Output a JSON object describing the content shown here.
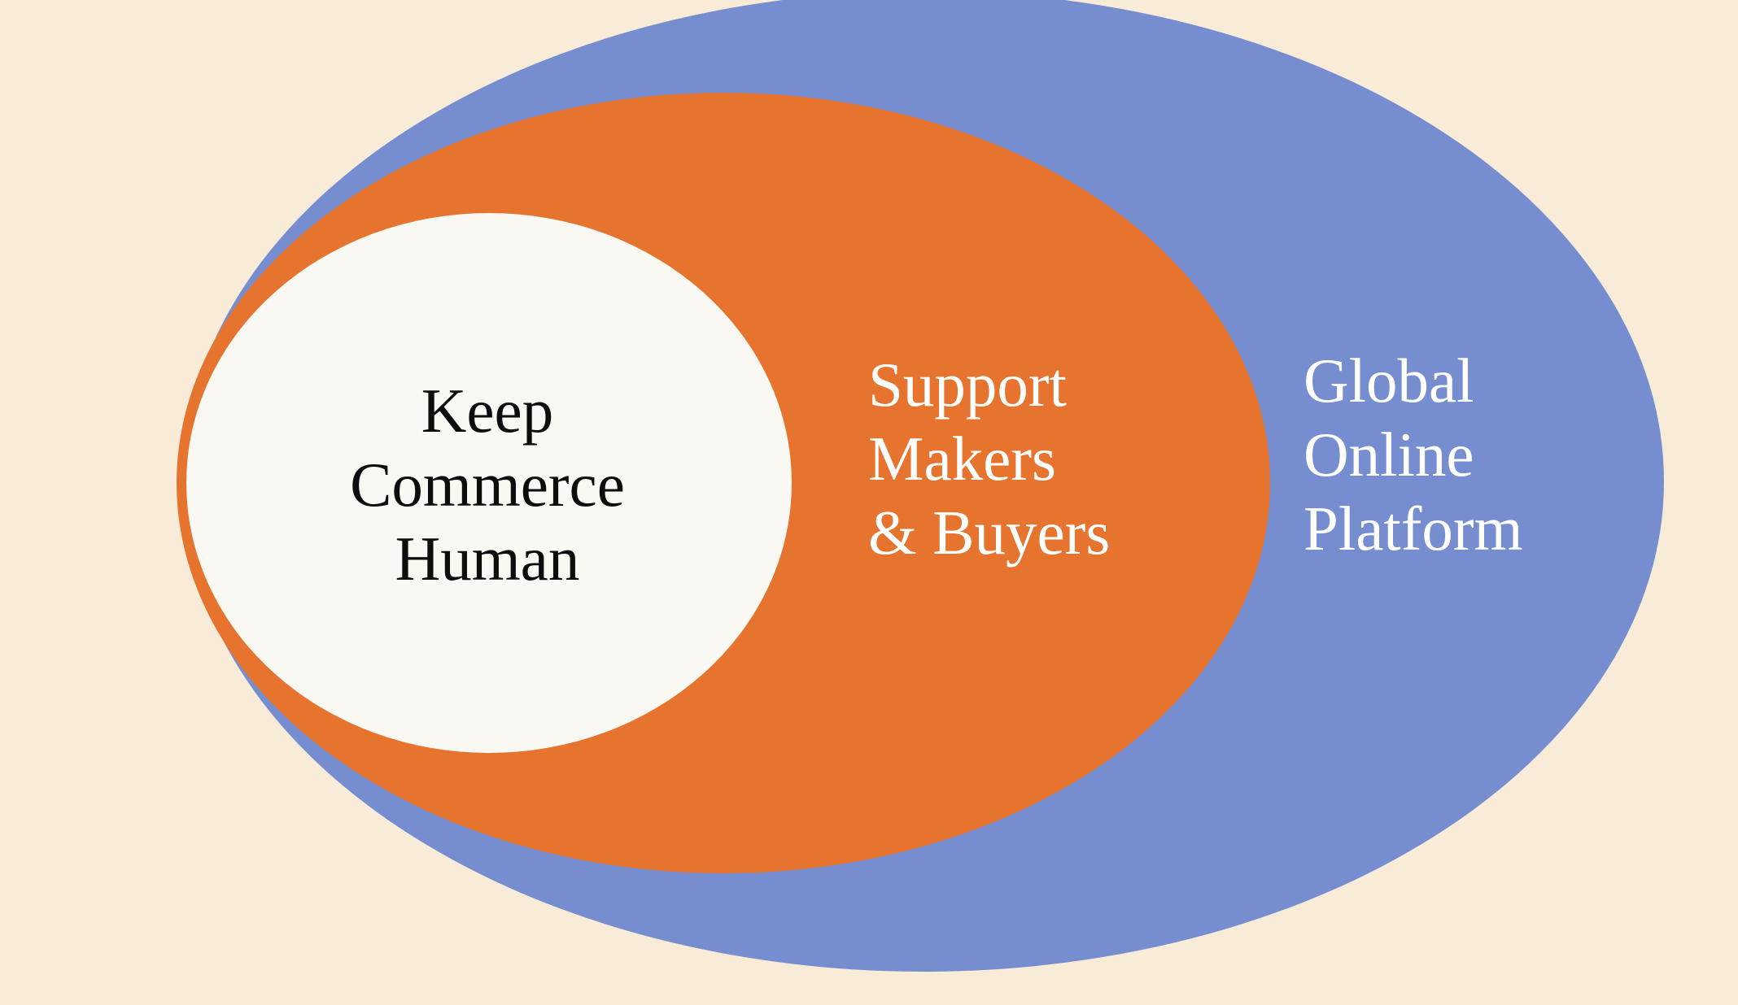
{
  "diagram": {
    "colors": {
      "background": "#f8ebd8",
      "outer": "#768ecf",
      "middle": "#e6742f",
      "inner": "#faf8f3",
      "inner_text": "#0d0d0d",
      "ring_text": "#ffffff"
    },
    "inner": {
      "lines": [
        "Keep",
        "Commerce",
        "Human"
      ]
    },
    "middle": {
      "lines": [
        "Support",
        "Makers",
        "& Buyers"
      ]
    },
    "outer": {
      "lines": [
        "Global",
        "Online",
        "Platform"
      ]
    }
  }
}
